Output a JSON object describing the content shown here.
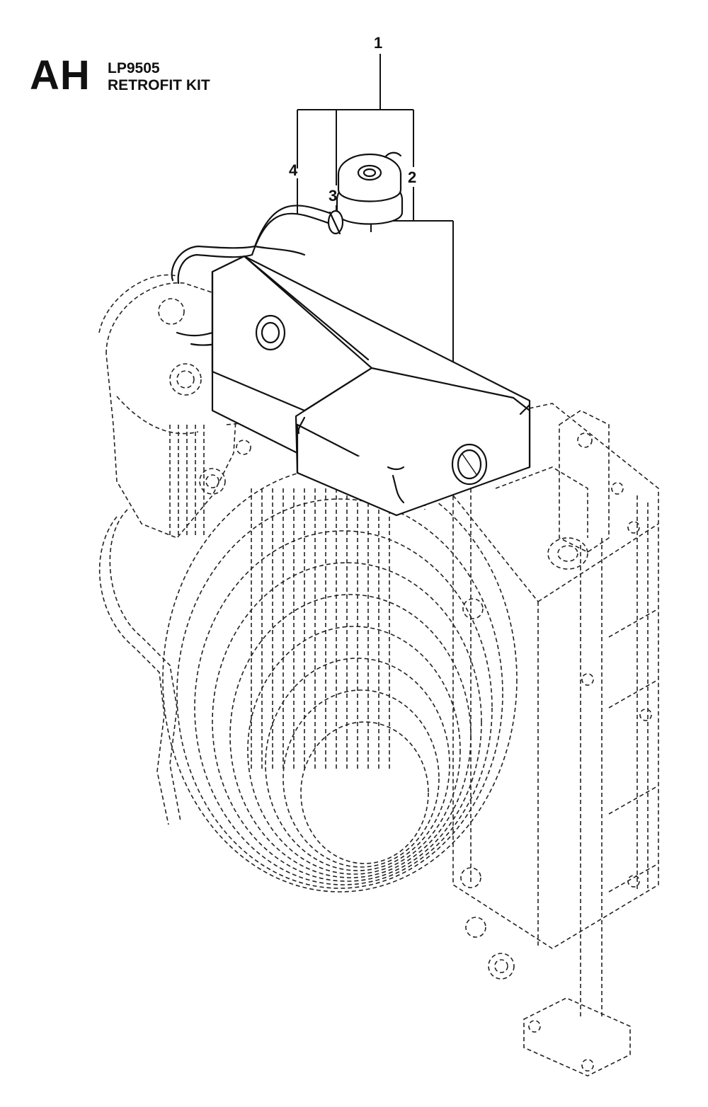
{
  "header": {
    "section_letter": "AH",
    "model": "LP9505",
    "kit_name": "RETROFIT KIT"
  },
  "callouts": {
    "item_1": "1",
    "item_2": "2",
    "item_3": "3",
    "item_4": "4"
  },
  "colors": {
    "line": "#111111",
    "background": "#ffffff"
  }
}
